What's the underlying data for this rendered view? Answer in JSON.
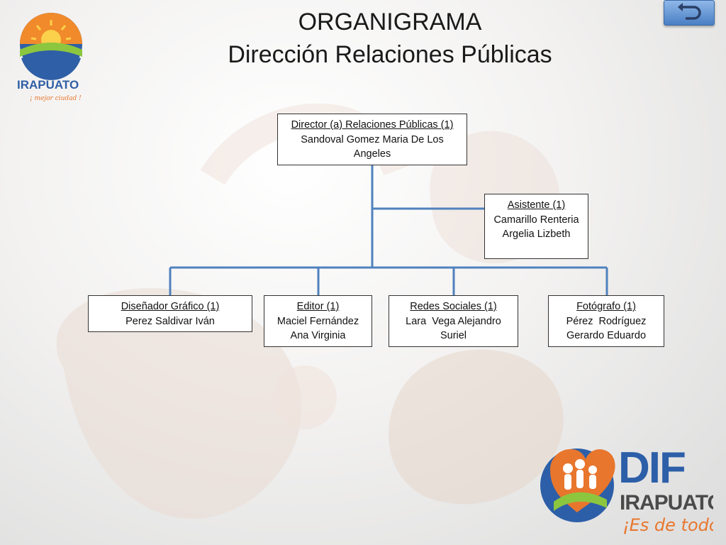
{
  "title": {
    "line1": "ORGANIGRAMA",
    "line2": "Dirección Relaciones Públicas"
  },
  "logos": {
    "irapuato": {
      "name": "IRAPUATO",
      "slogan": "¡ mejor ciudad !"
    },
    "dif": {
      "name": "DIF",
      "sub": "IRAPUATO",
      "slogan": "¡Es de todos!"
    }
  },
  "nodes": {
    "director": {
      "role": "Director (a) Relaciones Públicas (1)",
      "name": "Sandoval Gomez Maria De Los Angeles"
    },
    "asistente": {
      "role": "Asistente (1)",
      "name": "Camarillo Renteria Argelia Lizbeth"
    },
    "disenador": {
      "role": "Diseñador Gráfico (1)",
      "name": "Perez Saldivar Iván"
    },
    "editor": {
      "role": "Editor (1)",
      "name": "Maciel Fernández Ana Virginia"
    },
    "redes": {
      "role": "Redes Sociales (1)",
      "name": "Lara  Vega Alejandro Suriel"
    },
    "fotografo": {
      "role": "Fotógrafo (1)",
      "name": "Pérez  Rodríguez Gerardo Eduardo"
    }
  },
  "colors": {
    "connector": "#4f81bd",
    "accent_orange": "#e8762d",
    "accent_blue": "#2d5fa8"
  }
}
